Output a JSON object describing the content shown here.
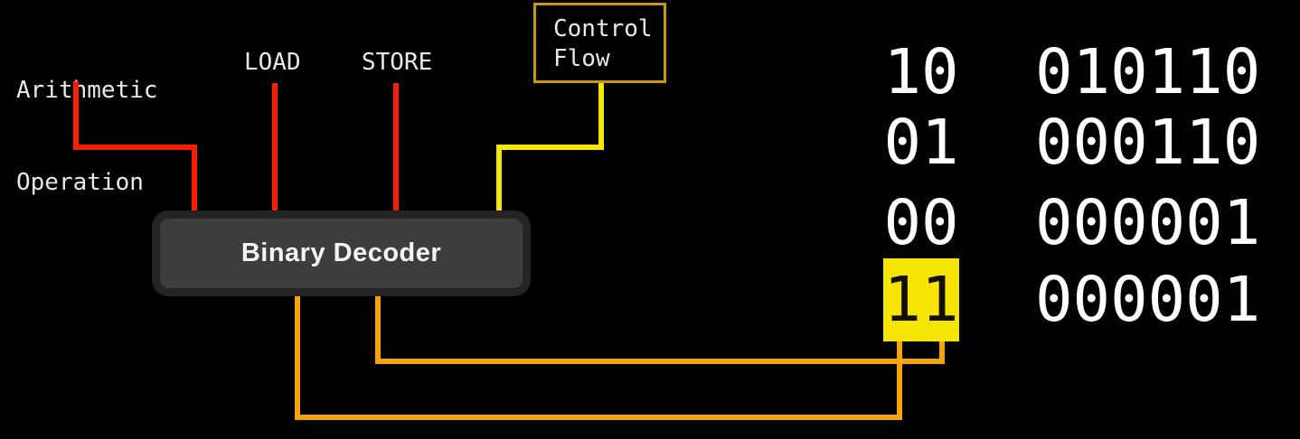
{
  "colors": {
    "background": "#000000",
    "wire-red": "#fa1e05",
    "wire-yellow": "#f3e600",
    "wire-orange": "#f5a402",
    "highlight-yellow": "#f6e502",
    "box-amber": "#ca9a0a",
    "decoder-outer": "#242424",
    "decoder-inner": "#3d3d3d",
    "label-text": "#e8e8e8",
    "digit-text": "#ffffff"
  },
  "inputs": {
    "arithmetic_operation": {
      "line1": "Arithmetic",
      "line2": "Operation",
      "wire_color": "#fa1e05"
    },
    "load": {
      "label": "LOAD",
      "wire_color": "#fa1e05"
    },
    "store": {
      "label": "STORE",
      "wire_color": "#fa1e05"
    },
    "control_flow": {
      "line1": "Control",
      "line2": "Flow",
      "wire_color": "#f3e600"
    }
  },
  "decoder": {
    "label": "Binary Decoder"
  },
  "opcode_table": {
    "rows": [
      {
        "code": "10",
        "instruction": "010110",
        "highlighted": false
      },
      {
        "code": "01",
        "instruction": "000110",
        "highlighted": false
      },
      {
        "code": "00",
        "instruction": "000001",
        "highlighted": false
      },
      {
        "code": "11",
        "instruction": "000001",
        "highlighted": true
      }
    ]
  }
}
